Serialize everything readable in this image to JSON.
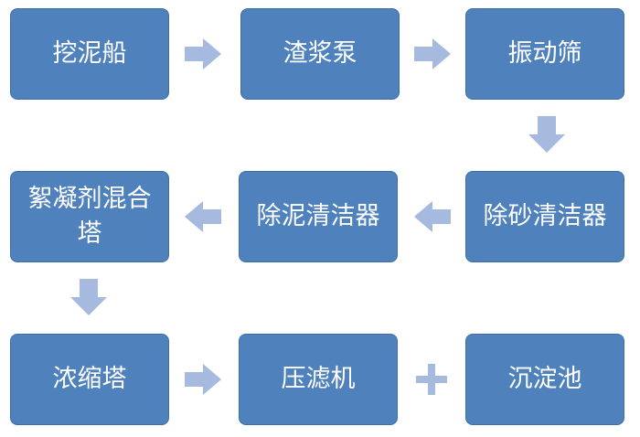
{
  "nodes": {
    "dredger": "挖泥船",
    "slurry_pump": "渣浆泵",
    "vibrating_screen": "振动筛",
    "desander": "除砂清洁器",
    "desilter": "除泥清洁器",
    "flocculant_tower": "絮凝剂混合塔",
    "thickener": "浓缩塔",
    "filter_press": "压滤机",
    "settling_tank": "沉淀池"
  },
  "colors": {
    "node_fill": "#4f81bd",
    "node_border": "#3e6ea7",
    "arrow": "#a6b9de"
  }
}
